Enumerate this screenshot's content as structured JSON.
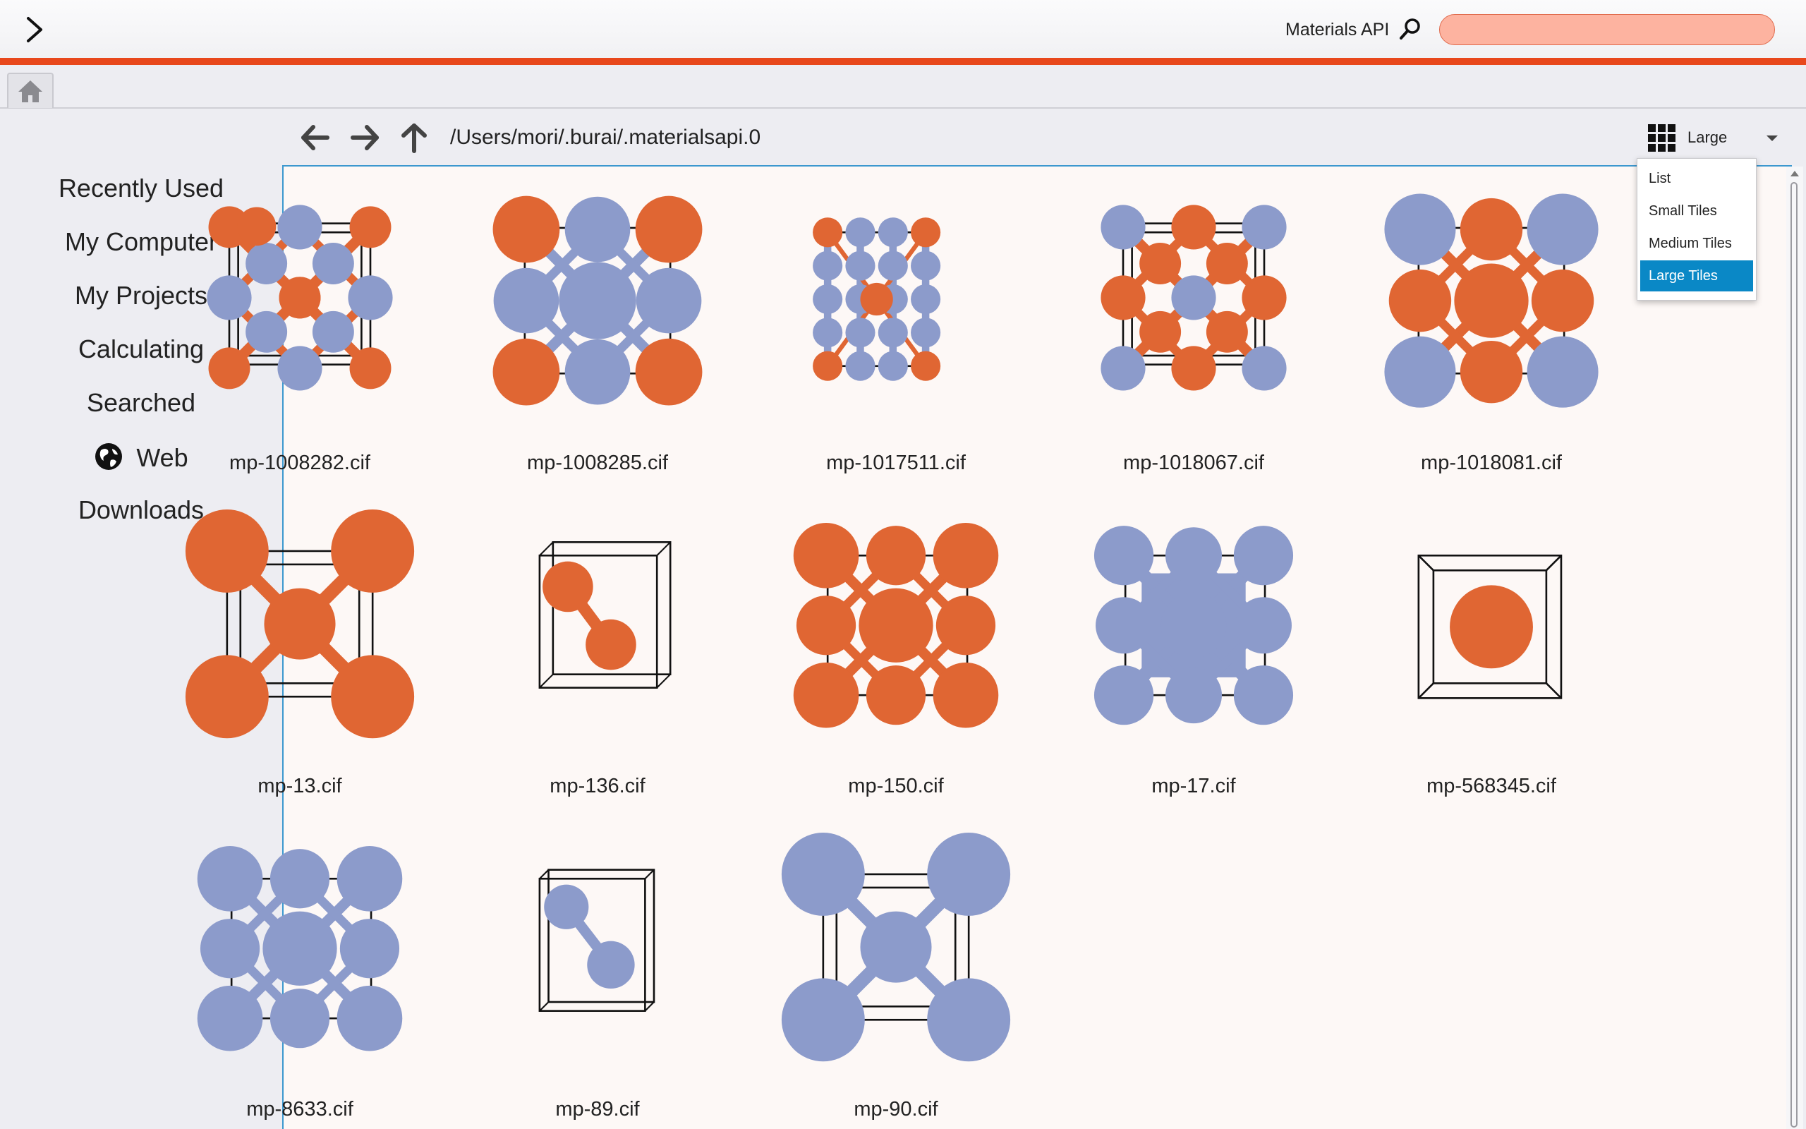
{
  "app": {
    "api_label": "Materials API",
    "search_placeholder": "",
    "accent_color": "#e8481c",
    "selection_color": "#0a88c6"
  },
  "sidebar": {
    "items": [
      {
        "label": "Recently Used"
      },
      {
        "label": "My Computer"
      },
      {
        "label": "My Projects"
      },
      {
        "label": "Calculating"
      },
      {
        "label": "Searched"
      },
      {
        "label": "Web",
        "icon": "globe-icon"
      },
      {
        "label": "Downloads"
      }
    ]
  },
  "toolbar": {
    "path": "/Users/mori/.burai/.materialsapi.0",
    "view_label": "Large"
  },
  "view_menu": {
    "options": [
      "List",
      "Small Tiles",
      "Medium Tiles",
      "Large Tiles"
    ],
    "selected": "Large Tiles"
  },
  "files": [
    {
      "name": "mp-1008282.cif"
    },
    {
      "name": "mp-1008285.cif"
    },
    {
      "name": "mp-1017511.cif"
    },
    {
      "name": "mp-1018067.cif"
    },
    {
      "name": "mp-1018081.cif"
    },
    {
      "name": "mp-13.cif"
    },
    {
      "name": "mp-136.cif"
    },
    {
      "name": "mp-150.cif"
    },
    {
      "name": "mp-17.cif"
    },
    {
      "name": "mp-568345.cif"
    },
    {
      "name": "mp-8633.cif"
    },
    {
      "name": "mp-89.cif"
    },
    {
      "name": "mp-90.cif"
    }
  ],
  "colors": {
    "atom_orange": "#e06633",
    "atom_blue": "#8c9bcb"
  }
}
